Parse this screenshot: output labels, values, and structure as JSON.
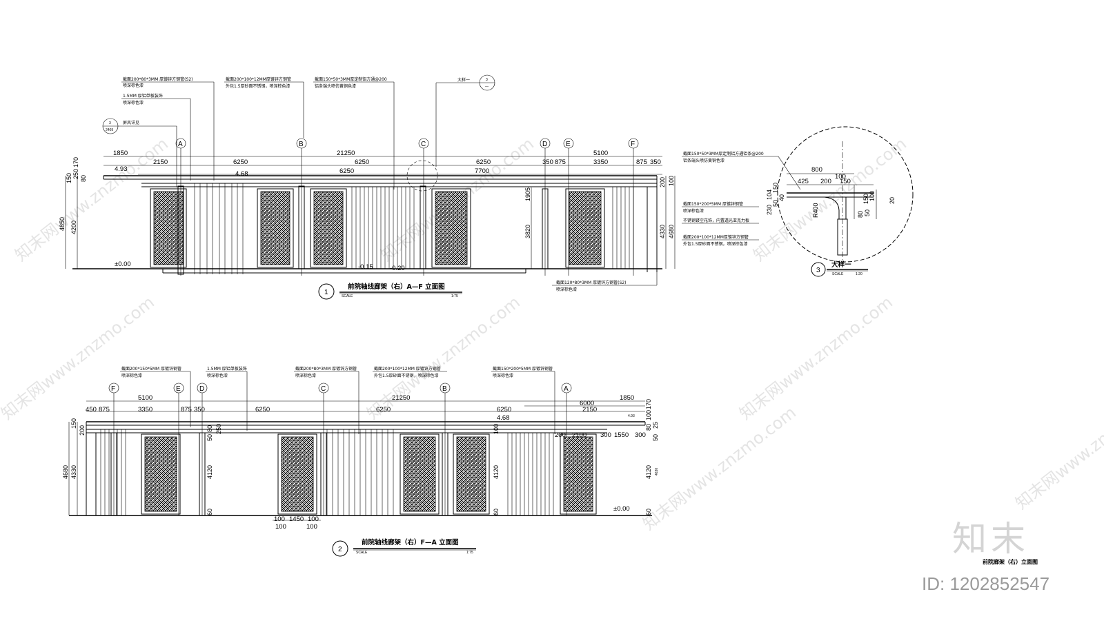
{
  "elevation1": {
    "callouts": {
      "c1": "截面200*80*3MM 厚镀锌方钢管(S2)",
      "c1b": "喷深棕色漆",
      "c2": "1.5MM 厚铝单板装饰",
      "c2b": "喷深棕色漆",
      "c3": "截面200*100*12MM厚镀锌方钢管",
      "c3b": "外包1.5厚砂面不锈钢，喷深棕色漆",
      "c4": "截面150*50*3MM厚定制铝方通@200",
      "c4b": "铝条端头喷仿黄铜色漆",
      "c5": "大样一",
      "c6": "屏风详见",
      "c7": "截面120*80*3MM 厚镀锌方钢管(S2)",
      "c7b": "喷深棕色漆"
    },
    "detail_ref": {
      "num": "3",
      "sheet": "—"
    },
    "screen_ref": {
      "num": "3",
      "sheet": "2409"
    },
    "grids": [
      "A",
      "B",
      "C",
      "D",
      "E",
      "F"
    ],
    "dims_top": [
      "1850",
      "21250",
      "5100"
    ],
    "dims_row2": [
      "2150",
      "6250",
      "6250",
      "6250",
      "350",
      "875",
      "3350",
      "875",
      "350"
    ],
    "dims_row3": [
      "6250",
      "7700"
    ],
    "levels": [
      "4.93",
      "4.68",
      "±0.00",
      "-0.15",
      "-0.20"
    ],
    "dims_left": [
      "4850",
      "4200",
      "150",
      "250",
      "170",
      "80"
    ],
    "dims_mid": [
      "1905",
      "3820"
    ],
    "dims_right": [
      "200",
      "100",
      "4330",
      "4680"
    ],
    "title": "前院轴线廊架（右）A—F 立面图",
    "number": "1",
    "scale_word": "SCALE",
    "scale": "1:75"
  },
  "detail": {
    "callouts": {
      "d1": "截面150*50*3MM厚定制铝方通铝条@200",
      "d1b": "铝条端头喷仿黄铜色漆",
      "d2": "截面150*200*5MM 厚镀锌钢管",
      "d2b": "喷深棕色漆",
      "d3": "不锈钢镂空花饰，内置透光亚克力板",
      "d4": "截面200*100*12MM厚镀锌方钢管",
      "d4b": "外包1.5厚砂面不锈钢，喷深棕色漆"
    },
    "dims": [
      "800",
      "425",
      "200",
      "150",
      "100",
      "230",
      "104",
      "50",
      "150",
      "40",
      "R400",
      "150",
      "100",
      "80",
      "50",
      "20"
    ],
    "title": "大样一",
    "number": "3",
    "scale_word": "SCALE",
    "scale": "1:20"
  },
  "elevation2": {
    "callouts": {
      "e1": "截面200*150*5MM 厚镀锌钢管",
      "e1b": "喷深棕色漆",
      "e2": "1.5MM 厚铝单板装饰",
      "e2b": "喷深棕色漆",
      "e3": "截面200*80*3MM 厚镀锌方钢管",
      "e3b": "喷深棕色漆",
      "e4": "截面200*100*12MM 厚镀锌方钢管",
      "e4b": "外包1.5厚砂面不锈钢，喷深棕色漆",
      "e5": "截面150*200*5MM 厚镀锌钢管",
      "e5b": "喷深棕色漆"
    },
    "grids": [
      "F",
      "E",
      "D",
      "C",
      "B",
      "A"
    ],
    "dims_top": [
      "5100",
      "21250",
      "1850"
    ],
    "dims_row2": [
      "450",
      "875",
      "3350",
      "875",
      "350",
      "6250",
      "6250",
      "6250",
      "2150",
      "6000"
    ],
    "dims_row3": [
      "200",
      "2100",
      "300",
      "1550",
      "300"
    ],
    "levels": [
      "4.68",
      "4.93",
      "±0.00"
    ],
    "dims_left": [
      "4680",
      "4330",
      "150",
      "200"
    ],
    "dims_inner": [
      "4120",
      "4120",
      "4120",
      "80",
      "50",
      "60",
      "60",
      "60",
      "250",
      "100"
    ],
    "dims_bottom": [
      "100",
      "1450",
      "100",
      "100",
      "100"
    ],
    "dims_right": [
      "4630",
      "25",
      "80",
      "100",
      "170",
      "50"
    ],
    "title": "前院轴线廊架（右）F—A 立面图",
    "number": "2",
    "scale_word": "SCALE",
    "scale": "1:75"
  },
  "watermark": {
    "text": "知末网www.znzmo.com"
  },
  "corner_label": "前院廊架（右）立面图",
  "brand": "知末",
  "id_label": "ID: 1202852547"
}
